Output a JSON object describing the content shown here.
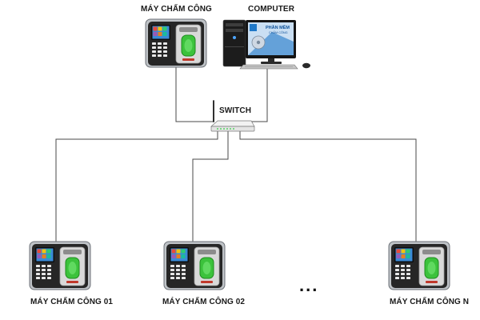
{
  "top_device": {
    "label": "MÁY CHẤM CÔNG"
  },
  "computer": {
    "label": "COMPUTER",
    "screen_title": "PHẦN MỀM",
    "screen_subtitle": "CHẤM CÔNG"
  },
  "switch": {
    "label": "SWITCH"
  },
  "bottom_devices": [
    {
      "label": "MÁY CHẤM CÔNG 01"
    },
    {
      "label": "MÁY CHẤM CÔNG 02"
    },
    {
      "label": "MÁY CHẤM CÔNG N"
    }
  ],
  "ellipsis": "...",
  "colors": {
    "line": "#4a4a4a",
    "device_body": "#2b2b2b",
    "device_panel": "#d9d9d9",
    "fingerprint": "#3cc23c",
    "screen_blue": "#1f78c8"
  }
}
